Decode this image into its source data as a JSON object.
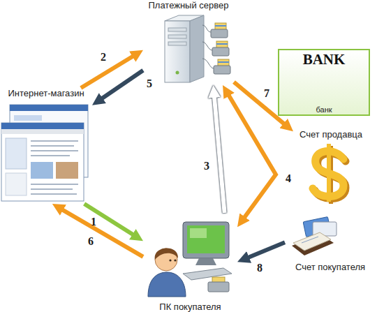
{
  "diagram": {
    "nodes": [
      {
        "text": [
          "Платежный сервер"
        ]
      },
      {
        "text": [
          "Интернет-магазин"
        ]
      },
      {
        "text": [
          "BANK",
          "банк"
        ]
      },
      {
        "text": [
          "Счет продавца"
        ]
      },
      {
        "text": [
          "Счет покупателя"
        ]
      },
      {
        "text": [
          "ПК покупателя"
        ]
      }
    ],
    "edges": [
      {
        "from": 1,
        "to": 5,
        "label": "1",
        "arrow": "to"
      },
      {
        "from": 1,
        "to": 0,
        "label": "2",
        "arrow": "to"
      },
      {
        "from": 5,
        "to": 0,
        "label": "3",
        "arrow": "to"
      },
      {
        "from": 5,
        "to": 0,
        "label": "4",
        "arrow": "both"
      },
      {
        "from": 0,
        "to": 1,
        "label": "5",
        "arrow": "to"
      },
      {
        "from": 5,
        "to": 1,
        "label": "6",
        "arrow": "to"
      },
      {
        "from": 0,
        "to": 3,
        "label": "7",
        "arrow": "to"
      },
      {
        "from": 4,
        "to": 5,
        "label": "8",
        "arrow": "to"
      }
    ]
  }
}
